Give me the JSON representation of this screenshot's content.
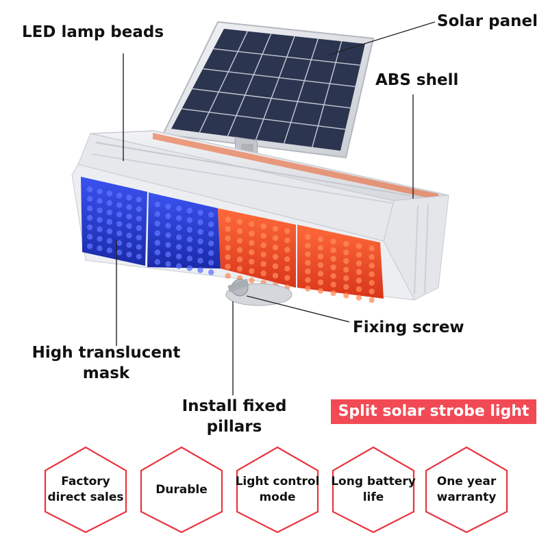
{
  "callouts": {
    "led_lamp_beads": "LED lamp beads",
    "solar_panel": "Solar panel",
    "abs_shell": "ABS shell",
    "fixing_screw": "Fixing screw",
    "high_translucent_mask_line1": "High translucent",
    "high_translucent_mask_line2": "mask",
    "install_fixed_pillars_line1": "Install fixed",
    "install_fixed_pillars_line2": "pillars"
  },
  "banner": "Split solar strobe light",
  "features": [
    {
      "line1": "Factory",
      "line2": "direct sales"
    },
    {
      "line1": "Durable",
      "line2": ""
    },
    {
      "line1": "Light control",
      "line2": "mode"
    },
    {
      "line1": "Long battery",
      "line2": "life"
    },
    {
      "line1": "One year",
      "line2": "warranty"
    }
  ],
  "colors": {
    "banner_bg": "#f24a55",
    "hex_border": "#e8333d",
    "blue_lens": "#2a3fd6",
    "red_lens": "#f0481f",
    "panel_cell": "#2c3550"
  }
}
